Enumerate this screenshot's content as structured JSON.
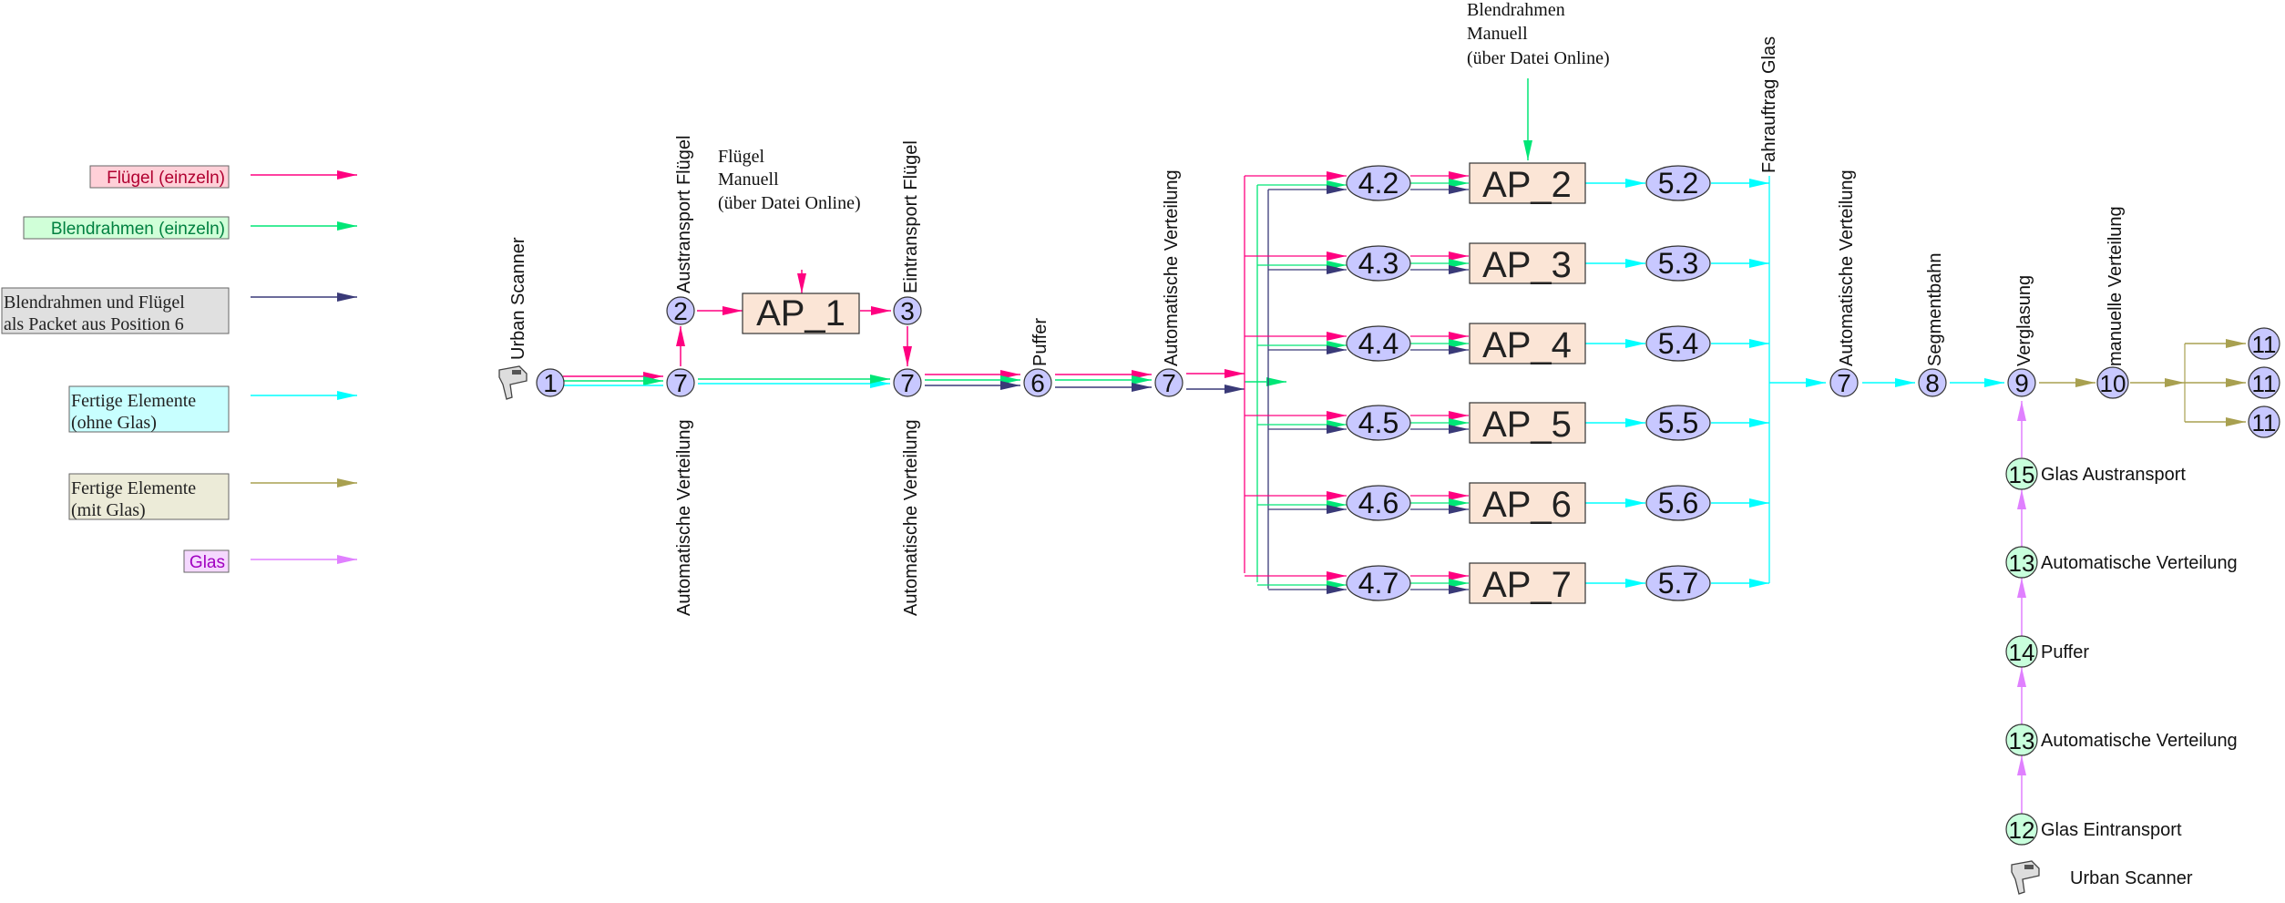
{
  "legend": {
    "fluegel": "Flügel (einzeln)",
    "blendrahmen": "Blendrahmen (einzeln)",
    "paket_line1": "Blendrahmen und Flügel",
    "paket_line2": "als Packet aus Position 6",
    "fertig_ohne_line1": "Fertige Elemente",
    "fertig_ohne_line2": "(ohne Glas)",
    "fertig_mit_line1": "Fertige Elemente",
    "fertig_mit_line2": "(mit Glas)",
    "glas": "Glas"
  },
  "colors": {
    "fluegel": "#ff0080",
    "blendrahmen": "#00e676",
    "paket": "#3a3a78",
    "fertig_ohne": "#00ffff",
    "fertig_mit": "#a8a050",
    "glas": "#e080ff",
    "node_fill": "#c8c8ff",
    "node_fill_green": "#c8ffdc",
    "ap_fill": "#fbe5d6"
  },
  "labels": {
    "urban_scanner": "Urban Scanner",
    "austransport_fluegel": "Austransport Flügel",
    "eintransport_fluegel": "Eintransport Flügel",
    "automatische_verteilung": "Automatische Verteilung",
    "puffer": "Puffer",
    "fahrauftrag_glas": "Fahrauftrag Glas",
    "segmentbahn": "Segmentbahn",
    "verglasung": "Verglasung",
    "manuelle_verteilung": "manuelle Verteilung",
    "glas_austransport": "Glas Austransport",
    "glas_eintransport": "Glas Eintransport"
  },
  "notes": {
    "fluegel_manuell_line1": "Flügel",
    "fluegel_manuell_line2": "Manuell",
    "fluegel_manuell_line3": "(über Datei Online)",
    "blendrahmen_manuell_line1": "Blendrahmen",
    "blendrahmen_manuell_line2": "Manuell",
    "blendrahmen_manuell_line3": "(über Datei Online)"
  },
  "nodes": {
    "n1": "1",
    "n2": "2",
    "n3": "3",
    "n6": "6",
    "n7": "7",
    "n8": "8",
    "n9": "9",
    "n10": "10",
    "n11": "11",
    "n12": "12",
    "n13": "13",
    "n14": "14",
    "n15": "15",
    "p42": "4.2",
    "p43": "4.3",
    "p44": "4.4",
    "p45": "4.5",
    "p46": "4.6",
    "p47": "4.7",
    "p52": "5.2",
    "p53": "5.3",
    "p54": "5.4",
    "p55": "5.5",
    "p56": "5.6",
    "p57": "5.7"
  },
  "workplaces": {
    "ap1": "AP_1",
    "ap2": "AP_2",
    "ap3": "AP_3",
    "ap4": "AP_4",
    "ap5": "AP_5",
    "ap6": "AP_6",
    "ap7": "AP_7"
  }
}
